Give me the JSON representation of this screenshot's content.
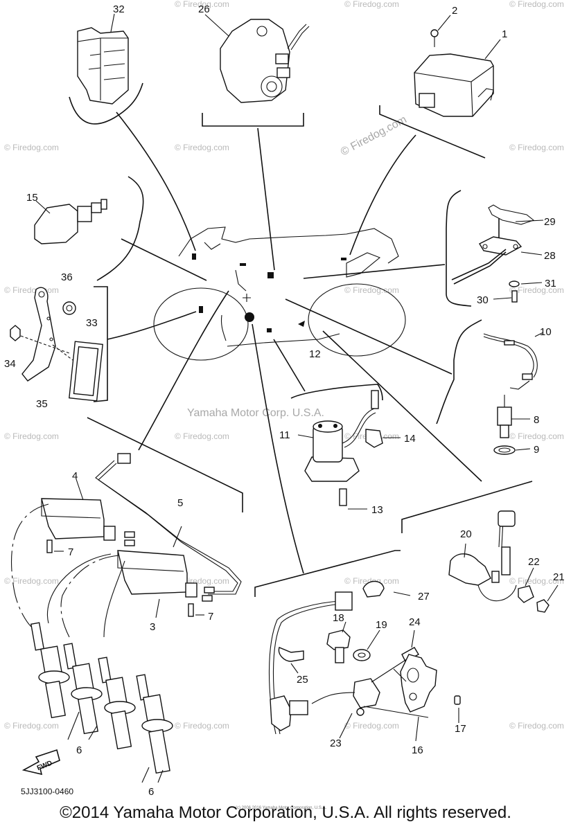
{
  "diagram": {
    "watermark": "© Firedog.com",
    "center_watermark": "Yamaha Motor Corp. U.S.A.",
    "tiny_copyright": "(c) 2006 2016 Yamaha Motor Corporation, U.S.A.",
    "drawing_code": "5JJ3100-0460",
    "fwd_label": "FWD",
    "footer": "©2014 Yamaha Motor Corporation, U.S.A. All rights reserved.",
    "callouts": {
      "p1": "1",
      "p2": "2",
      "p3": "3",
      "p4": "4",
      "p5": "5",
      "p6a": "6",
      "p6b": "6",
      "p7a": "7",
      "p7b": "7",
      "p8": "8",
      "p9": "9",
      "p10": "10",
      "p11": "11",
      "p12": "12",
      "p13": "13",
      "p14": "14",
      "p15": "15",
      "p16": "16",
      "p17": "17",
      "p18": "18",
      "p19": "19",
      "p20": "20",
      "p21": "21",
      "p22": "22",
      "p23": "23",
      "p24": "24",
      "p25": "25",
      "p26": "26",
      "p27": "27",
      "p28": "28",
      "p29": "29",
      "p30": "30",
      "p31": "31",
      "p32": "32",
      "p33": "33",
      "p34": "34",
      "p35": "35",
      "p36": "36"
    }
  }
}
